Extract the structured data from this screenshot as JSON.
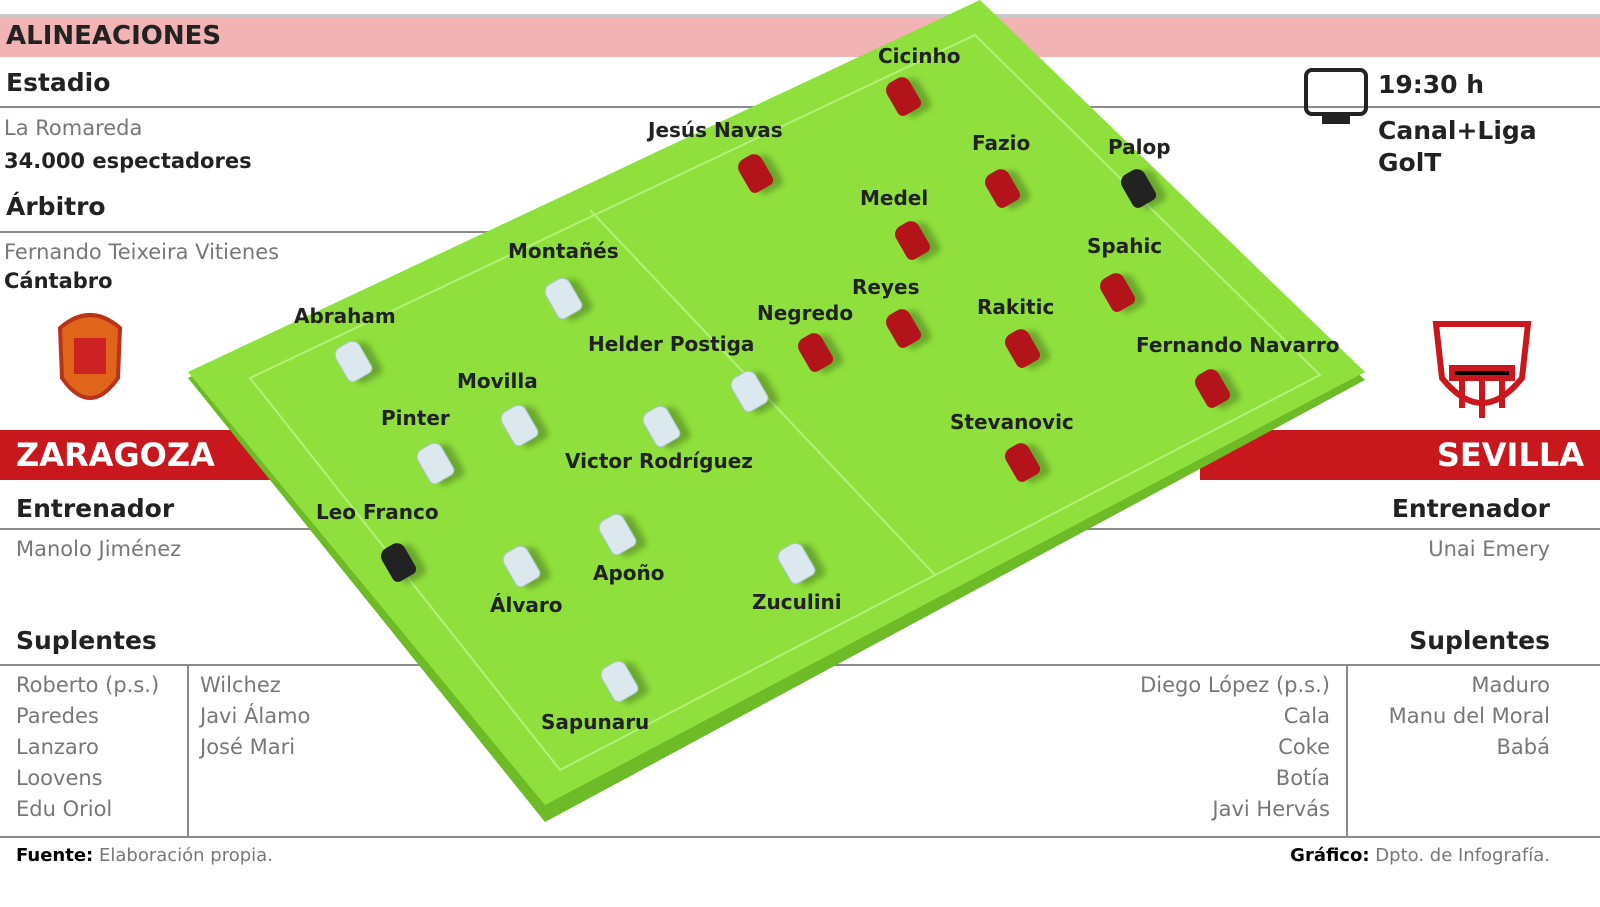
{
  "title": "ALINEACIONES",
  "stadium": {
    "label": "Estadio",
    "name": "La Romareda",
    "capacity": "34.000 espectadores"
  },
  "referee": {
    "label": "Árbitro",
    "name": "Fernando Teixeira Vitienes",
    "region": "Cántabro"
  },
  "broadcast": {
    "time": "19:30 h",
    "channel_line1": "Canal+Liga",
    "channel_line2": "GolT",
    "icon": "tv-icon"
  },
  "home": {
    "name": "ZARAGOZA",
    "coach_label": "Entrenador",
    "coach": "Manolo Jiménez",
    "subs_label": "Suplentes",
    "subs_col1": [
      "Roberto (p.s.)",
      "Paredes",
      "Lanzaro",
      "Loovens",
      "Edu Oriol"
    ],
    "subs_col2": [
      "Wilchez",
      "Javi Álamo",
      "José Mari"
    ],
    "players": [
      "Montañés",
      "Abraham",
      "Helder Postiga",
      "Movilla",
      "Pinter",
      "Victor Rodríguez",
      "Leo Franco",
      "Álvaro",
      "Apoño",
      "Zuculini",
      "Sapunaru"
    ]
  },
  "away": {
    "name": "SEVILLA",
    "coach_label": "Entrenador",
    "coach": "Unai Emery",
    "subs_label": "Suplentes",
    "subs_col1": [
      "Diego López (p.s.)",
      "Cala",
      "Coke",
      "Botía",
      "Javi Hervás"
    ],
    "subs_col2": [
      "Maduro",
      "Manu del Moral",
      "Babá"
    ],
    "players": [
      "Cicinho",
      "Jesús Navas",
      "Fazio",
      "Palop",
      "Medel",
      "Spahic",
      "Reyes",
      "Negredo",
      "Rakitic",
      "Fernando Navarro",
      "Stevanovic"
    ]
  },
  "footer": {
    "source_label": "Fuente:",
    "source": "Elaboración propia.",
    "graphic_label": "Gráfico:",
    "graphic": "Dpto. de Infografía."
  },
  "colors": {
    "home_kit": "#dbe9ee",
    "away_kit": "#b3141a",
    "pitch": "#8fe03c",
    "team_bar": "#c8181e"
  }
}
